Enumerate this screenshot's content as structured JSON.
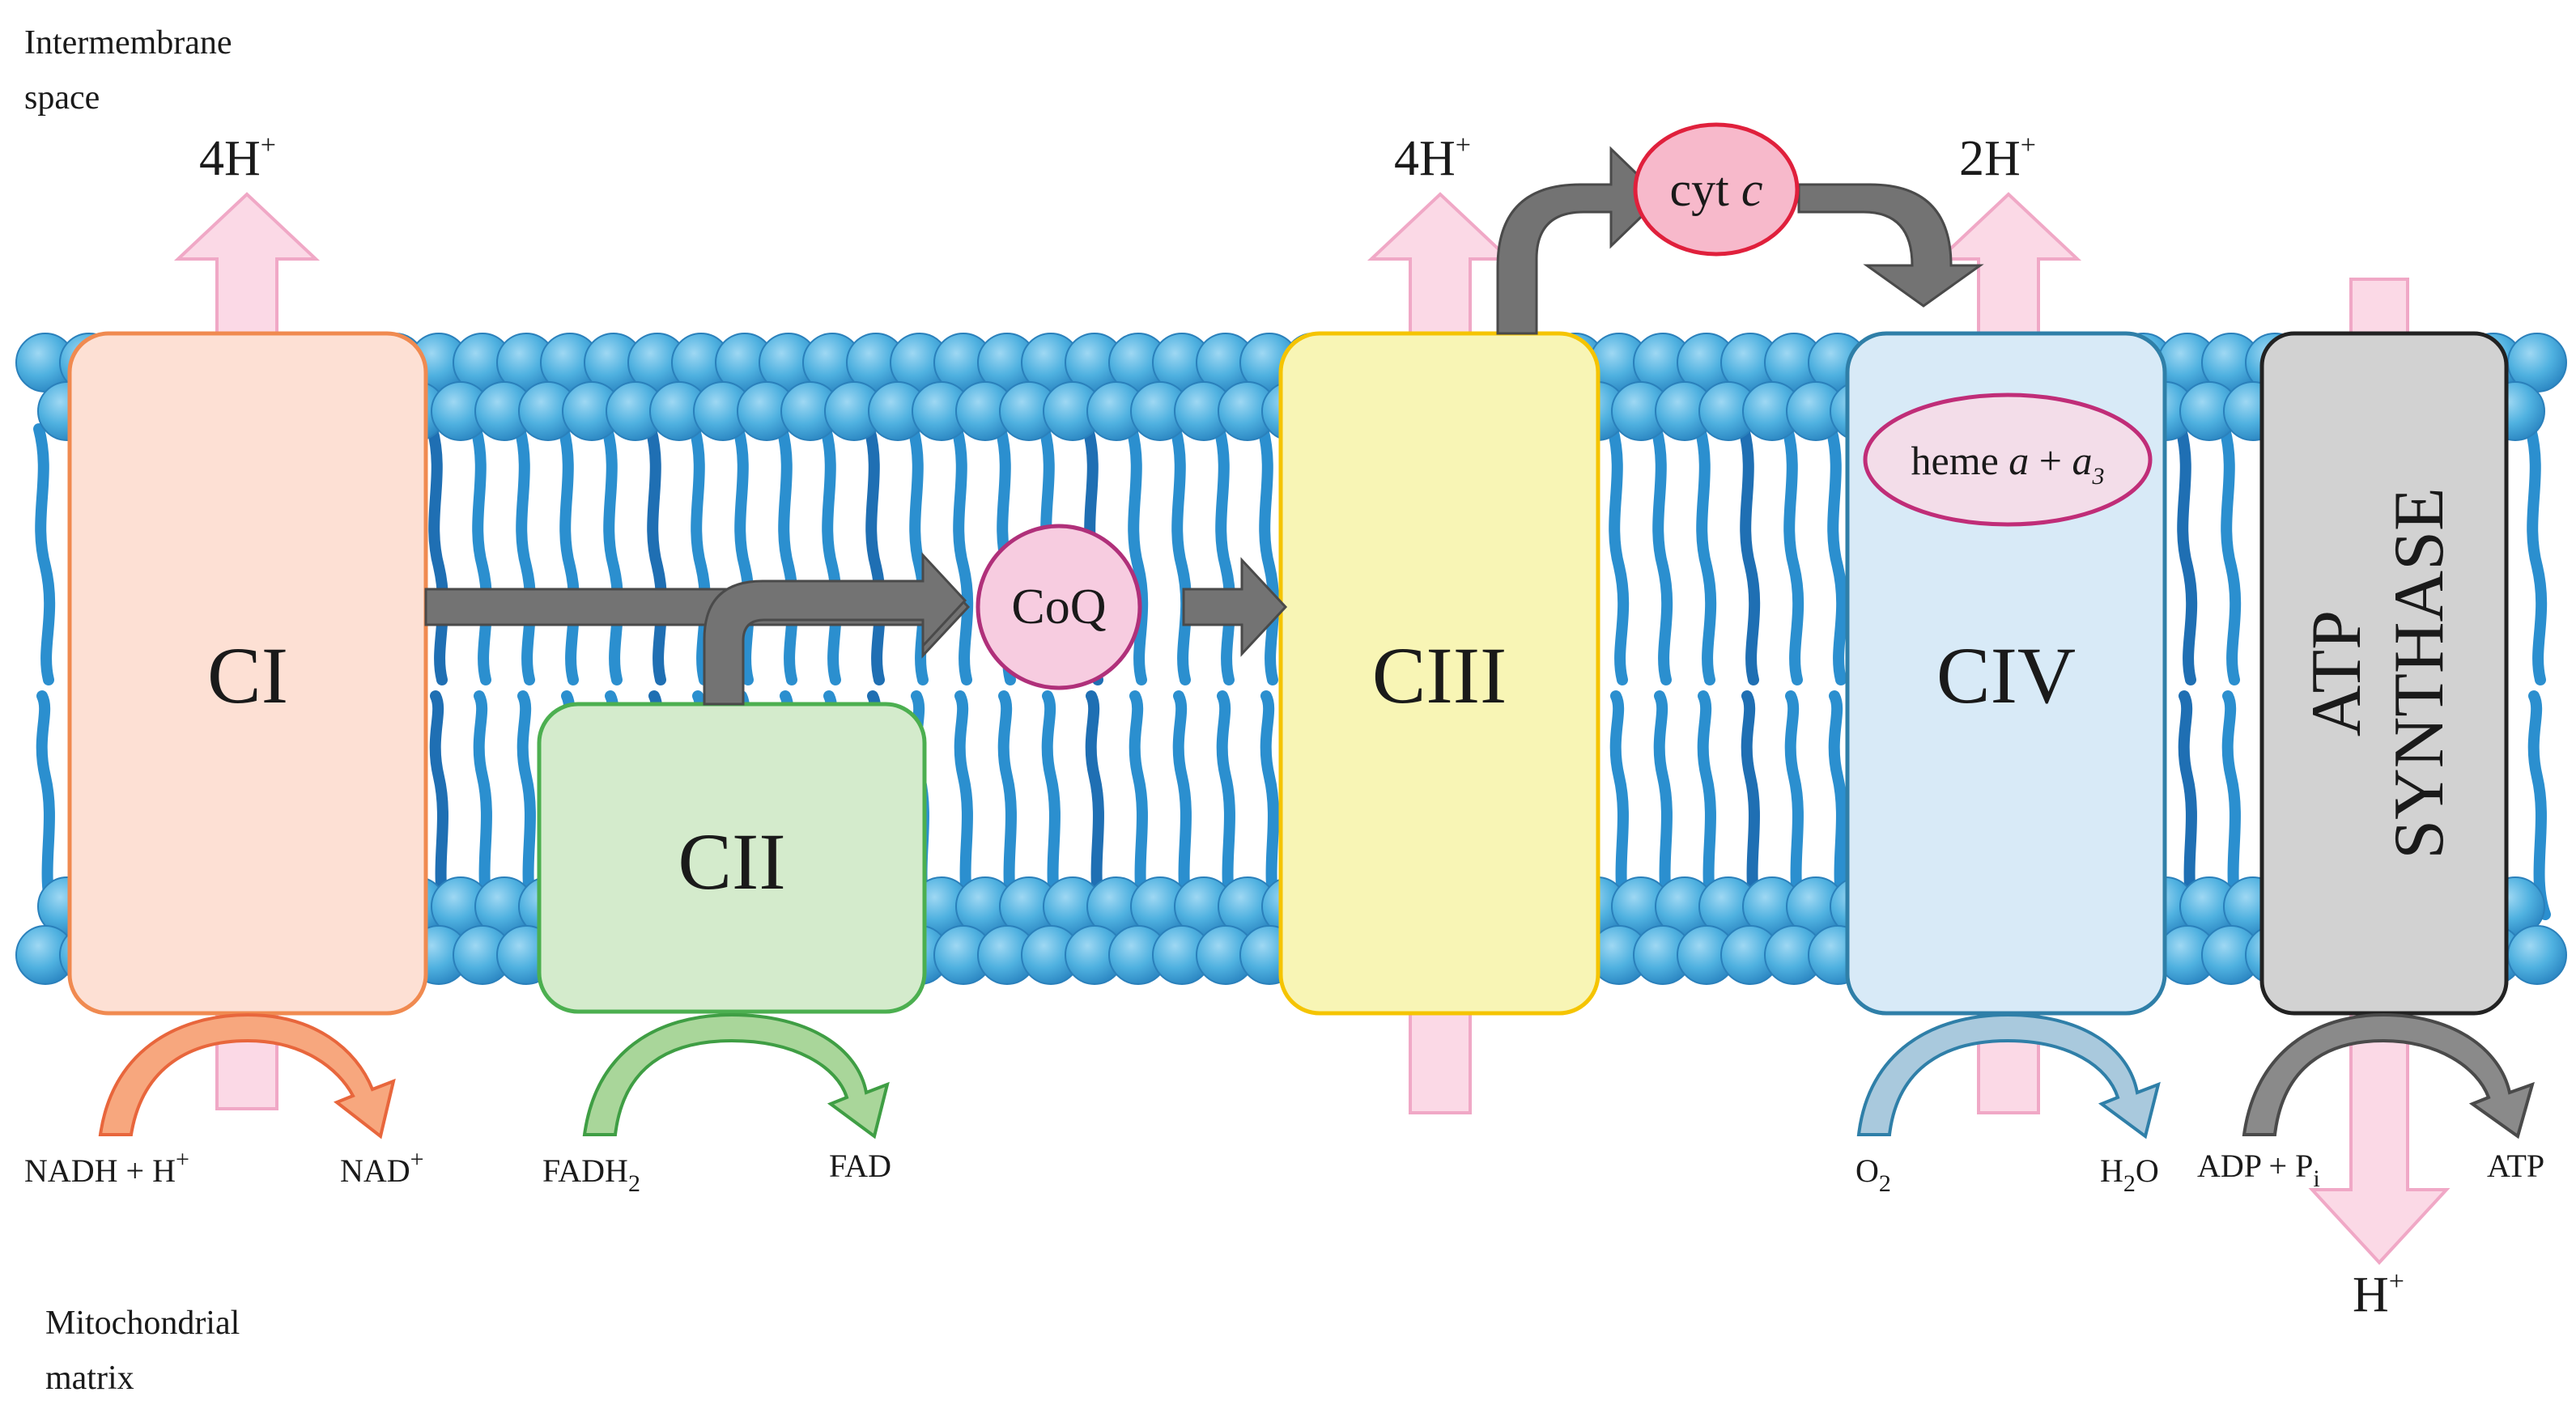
{
  "labels": {
    "intermembrane_line1": "Intermembrane",
    "intermembrane_line2": "space",
    "matrix_line1": "Mitochondrial",
    "matrix_line2": "matrix"
  },
  "complexes": {
    "c1": "CI",
    "c2": "CII",
    "c3": "CIII",
    "c4": "CIV",
    "atp_line1": "ATP",
    "atp_line2": "SYNTHASE"
  },
  "carriers": {
    "coq": "CoQ",
    "cytc_main": "cyt ",
    "cytc_italic": "c",
    "heme_main": "heme ",
    "heme_a": "a",
    "heme_plus": " + ",
    "heme_a3": "a",
    "heme_a3_sub": "3"
  },
  "protons": {
    "c1_top": "4H",
    "c3_top": "4H",
    "c4_top": "2H",
    "atp_bottom": "H",
    "plus": "+"
  },
  "reactions": {
    "nadh": "NADH + H",
    "nad": "NAD",
    "fadh2": "FADH",
    "fadh2_sub": "2",
    "fad": "FAD",
    "o2": "O",
    "o2_sub": "2",
    "h2o_h": "H",
    "h2o_sub": "2",
    "h2o_o": "O",
    "adp": "ADP + P",
    "adp_sub": "i",
    "atp": "ATP"
  },
  "colors": {
    "membrane_head": "#4fb1e0",
    "membrane_tail": "#2b8fcf",
    "c1_fill": "#fde0d4",
    "c1_stroke": "#f08a50",
    "c2_fill": "#d4ebcc",
    "c2_stroke": "#4caf50",
    "c3_fill": "#f8f5b5",
    "c3_stroke": "#f5c400",
    "c4_fill": "#d8eaf7",
    "c4_stroke": "#2f7fa8",
    "atp_fill": "#d2d2d2",
    "atp_stroke": "#222222",
    "coq_fill": "#f7cce0",
    "coq_stroke": "#b0307a",
    "cytc_fill": "#f7b9cb",
    "cytc_stroke": "#e0203c",
    "proton_arrow": "#fbd9e6",
    "proton_stroke": "#f0a8c6",
    "electron_arrow": "#737373"
  }
}
